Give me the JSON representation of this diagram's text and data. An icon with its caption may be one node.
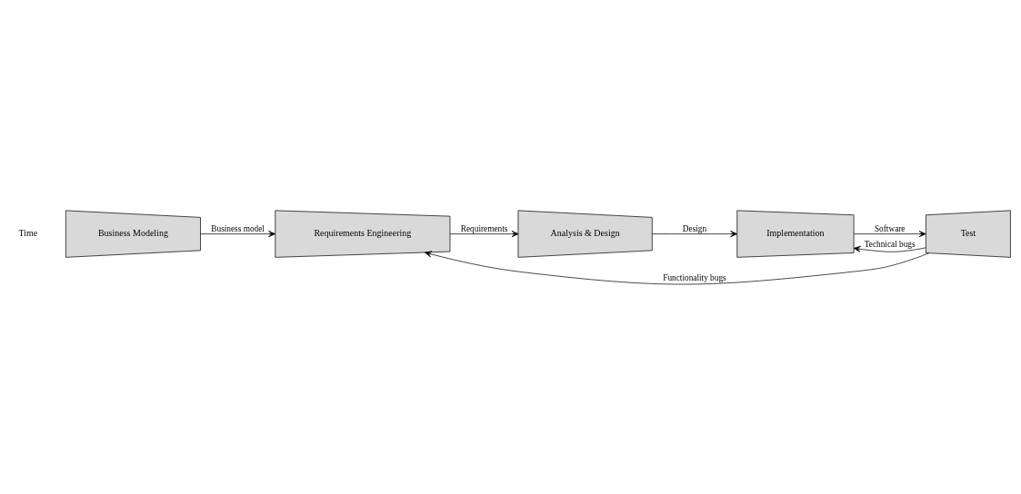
{
  "diagram": {
    "nodes": [
      {
        "text": [
          "Business Modeling"
        ]
      },
      {
        "text": [
          "Requirements Engineering"
        ]
      },
      {
        "text": [
          "Analysis & Design"
        ]
      },
      {
        "text": [
          "Implementation"
        ]
      },
      {
        "text": [
          "Test"
        ]
      }
    ],
    "edges": [
      {
        "from": 0,
        "to": 1,
        "arrow": "to",
        "label": "Business model"
      },
      {
        "from": 1,
        "to": 2,
        "arrow": "to",
        "label": "Requirements"
      },
      {
        "from": 2,
        "to": 3,
        "arrow": "to",
        "label": "Design"
      },
      {
        "from": 3,
        "to": 4,
        "arrow": "to",
        "label": "Software"
      },
      {
        "from": 4,
        "to": 3,
        "arrow": "to",
        "label": "Technical bugs"
      },
      {
        "from": 4,
        "to": 1,
        "arrow": "to",
        "label": "Functionality bugs"
      }
    ],
    "labels": [
      "Time"
    ]
  }
}
